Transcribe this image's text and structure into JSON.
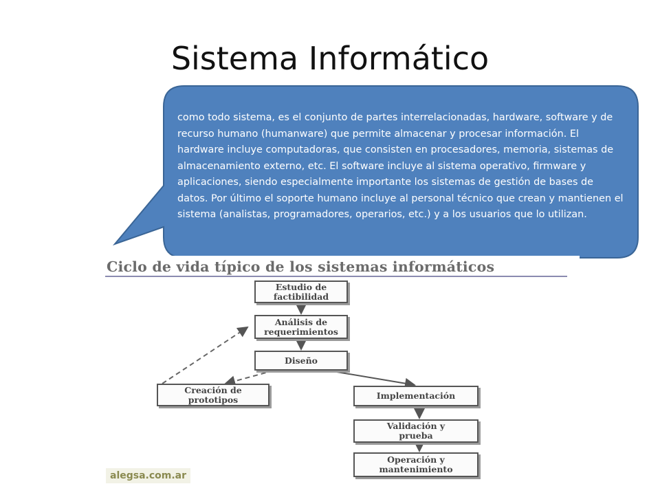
{
  "slide": {
    "title": "Sistema Informático"
  },
  "callout": {
    "text": "como todo sistema, es el conjunto de partes interrelacionadas, hardware, software y de recurso humano (humanware) que permite almacenar y procesar información. El hardware incluye computadoras, que consisten en procesadores, memoria, sistemas de almacenamiento externo, etc. El software incluye al sistema operativo, firmware y aplicaciones, siendo especialmente importante los sistemas de gestión de bases de datos. Por último el soporte humano incluye al personal técnico que crean y mantienen el sistema (analistas, programadores, operarios, etc.) y a los usuarios que lo utilizan.",
    "fill_color": "#4f81bd",
    "border_color": "#3a6596"
  },
  "diagram": {
    "title": "Ciclo de vida típico de los sistemas informáticos",
    "nodes": {
      "estudio": "Estudio de\nfactibilidad",
      "analisis": "Análisis de\nrequerimientos",
      "diseno": "Diseño",
      "creacion": "Creación de\nprototipos",
      "implementacion": "Implementación",
      "validacion": "Validación y\nprueba",
      "operacion": "Operación y\nmantenimiento"
    },
    "watermark": "alegsa.com.ar"
  }
}
